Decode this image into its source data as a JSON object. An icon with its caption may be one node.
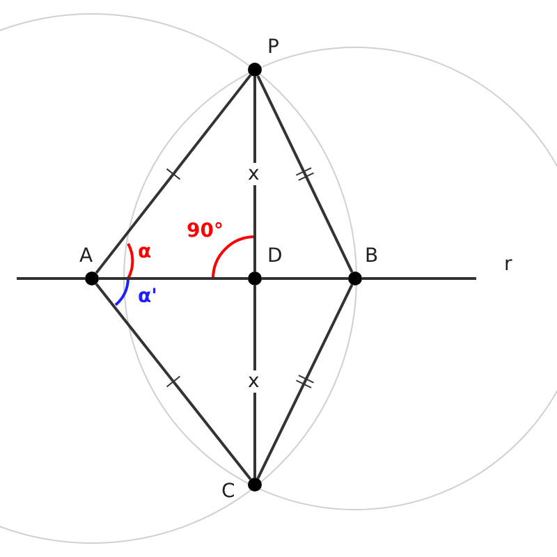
{
  "diagram": {
    "nodes": [
      {
        "text": [
          "A"
        ]
      },
      {
        "text": [
          "P"
        ]
      },
      {
        "text": [
          "D"
        ]
      },
      {
        "text": [
          "B"
        ]
      },
      {
        "text": [
          "C"
        ]
      }
    ],
    "edges": [
      {
        "from": 0,
        "to": 1,
        "arrow": "none"
      },
      {
        "from": 1,
        "to": 3,
        "arrow": "none"
      },
      {
        "from": 0,
        "to": 4,
        "arrow": "none"
      },
      {
        "from": 4,
        "to": 3,
        "arrow": "none"
      },
      {
        "from": 1,
        "to": 2,
        "arrow": "none",
        "label": "x"
      },
      {
        "from": 2,
        "to": 4,
        "arrow": "none",
        "label": "x"
      },
      {
        "from": 0,
        "to": 2,
        "arrow": "none"
      },
      {
        "from": 2,
        "to": 3,
        "arrow": "none"
      },
      {
        "from": null,
        "to": 0,
        "arrow": "none"
      },
      {
        "from": 3,
        "to": null,
        "arrow": "none"
      }
    ],
    "labels": [
      "α",
      "α'",
      "90°",
      "r"
    ]
  }
}
